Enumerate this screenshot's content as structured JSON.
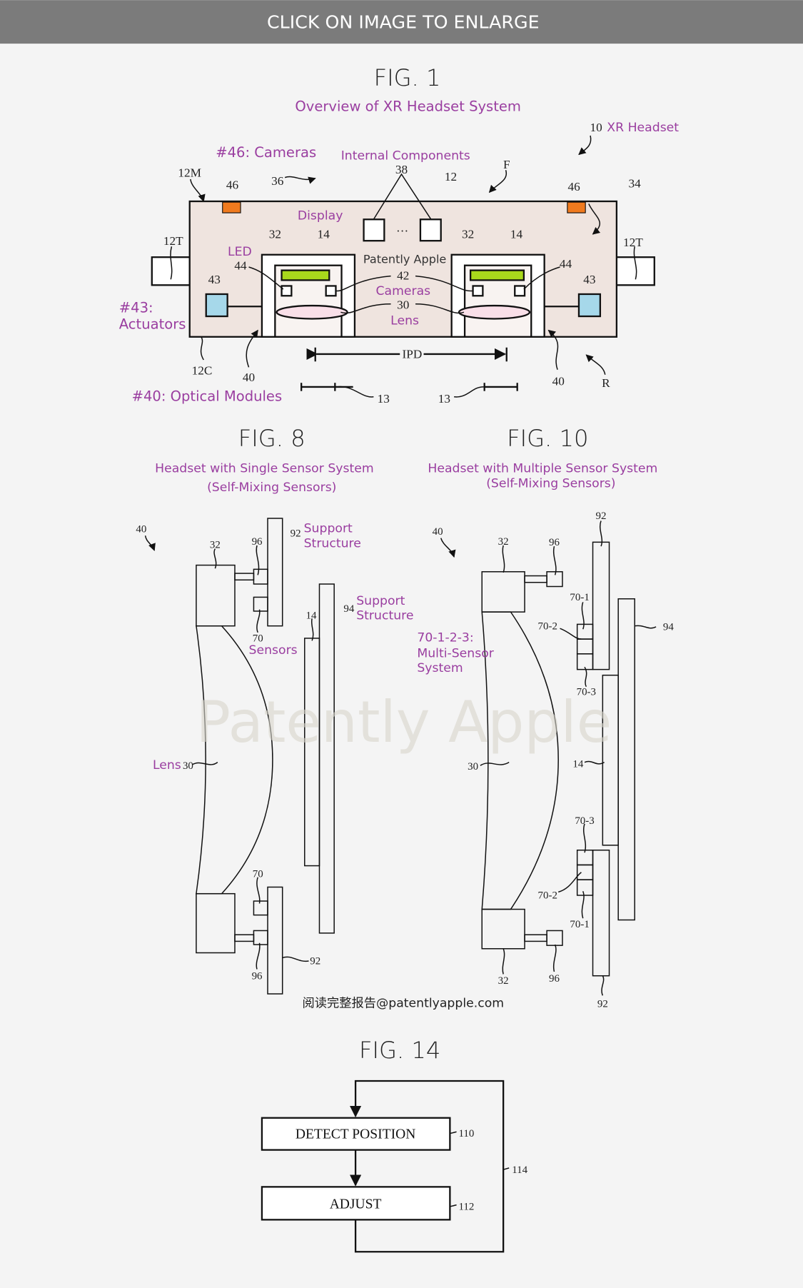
{
  "header": {
    "banner": "CLICK ON IMAGE TO ENLARGE"
  },
  "colors": {
    "purple": "#9a3ea0",
    "housing": "#efe4df",
    "display": "#a8d81c",
    "camera": "#f07a1e",
    "actuator": "#a6d8ea",
    "sensor": "#b9c3d6",
    "support": "#fbfbc0",
    "lens": "#f9dfe8"
  },
  "fig1": {
    "title": "FIG. 1",
    "subtitle": "Overview of XR Headset System",
    "annotations": {
      "xr_headset": "XR Headset",
      "cameras_46": "#46: Cameras",
      "internal": "Internal Components",
      "display": "Display",
      "led": "LED",
      "cameras": "Cameras",
      "lens": "Lens",
      "actuators_1": "#43:",
      "actuators_2": "Actuators",
      "optical": "#40: Optical Modules",
      "watermark": "Patently Apple",
      "ipd": "IPD"
    },
    "refs": {
      "r10": "10",
      "r12m": "12M",
      "r46a": "46",
      "r36": "36",
      "r38": "38",
      "r12": "12",
      "rF": "F",
      "r46b": "46",
      "r34": "34",
      "r14a": "14",
      "r32a": "32",
      "r32b": "32",
      "r14b": "14",
      "r12ta": "12T",
      "r12tb": "12T",
      "r44a": "44",
      "r43a": "43",
      "r44b": "44",
      "r43b": "43",
      "r42": "42",
      "r30": "30",
      "r12c": "12C",
      "r40a": "40",
      "r40b": "40",
      "rR": "R",
      "r13a": "13",
      "r13b": "13"
    }
  },
  "fig8": {
    "title": "FIG. 8",
    "subtitle_1": "Headset with Single Sensor System",
    "subtitle_2": "(Self-Mixing Sensors)",
    "annotations": {
      "support_a1": "Support",
      "support_a2": "Structure",
      "support_b1": "Support",
      "support_b2": "Structure",
      "sensors": "Sensors",
      "lens": "Lens"
    },
    "refs": {
      "r40": "40",
      "r32": "32",
      "r96a": "96",
      "r92a": "92",
      "r94": "94",
      "r14": "14",
      "r70a": "70",
      "r30": "30",
      "r70b": "70",
      "r96b": "96",
      "r92b": "92"
    }
  },
  "fig10": {
    "title": "FIG. 10",
    "subtitle_1": "Headset with Multiple Sensor System",
    "subtitle_2": "(Self-Mixing Sensors)",
    "annotations": {
      "multi_1": "70-1-2-3:",
      "multi_2": "Multi-Sensor",
      "multi_3": "System"
    },
    "refs": {
      "r40": "40",
      "r92a": "92",
      "r32a": "32",
      "r96a": "96",
      "r701a": "70-1",
      "r702a": "70-2",
      "r703a": "70-3",
      "r94": "94",
      "r30": "30",
      "r14": "14",
      "r703b": "70-3",
      "r702b": "70-2",
      "r701b": "70-1",
      "r32b": "32",
      "r96b": "96",
      "r92b": "92"
    }
  },
  "watermark": "Patently Apple",
  "source_note": "阅读完整报告@patentlyapple.com",
  "fig14": {
    "title": "FIG. 14",
    "steps": [
      {
        "label": "DETECT POSITION",
        "ref": "110"
      },
      {
        "label": "ADJUST",
        "ref": "112"
      }
    ],
    "loop_ref": "114"
  }
}
